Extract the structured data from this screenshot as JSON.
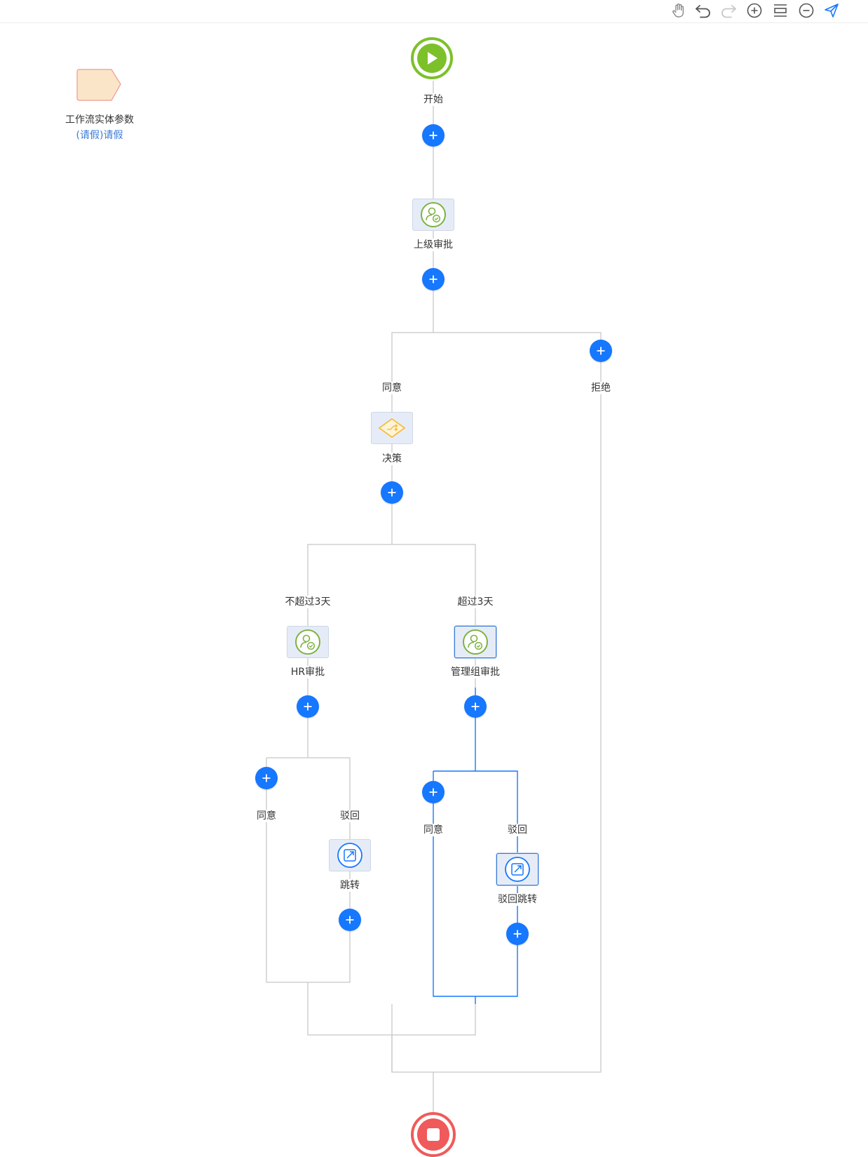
{
  "toolbar": {
    "icons": [
      "hand-icon",
      "undo-icon",
      "redo-icon",
      "zoom-in-icon",
      "fit-icon",
      "zoom-out-icon",
      "send-icon"
    ]
  },
  "entity": {
    "title": "工作流实体参数",
    "value": "(请假)请假"
  },
  "nodes": {
    "start": "开始",
    "superior_approval": "上级审批",
    "decision": "决策",
    "hr_approval": "HR审批",
    "mgmt_approval": "管理组审批",
    "jump": "跳转",
    "reject_jump": "驳回跳转"
  },
  "branches": {
    "agree": "同意",
    "reject": "拒绝",
    "le3": "不超过3天",
    "gt3": "超过3天",
    "hr_agree": "同意",
    "hr_reject": "驳回",
    "mg_agree": "同意",
    "mg_reject": "驳回"
  },
  "colors": {
    "add_button": "#1677ff",
    "start": "#7cc12a",
    "end": "#f05a5a",
    "approve_icon": "#7cb342",
    "decision_icon": "#f5b731",
    "jump_icon": "#1677ff",
    "line": "#c8c8c8",
    "line_active": "#1677ff"
  }
}
